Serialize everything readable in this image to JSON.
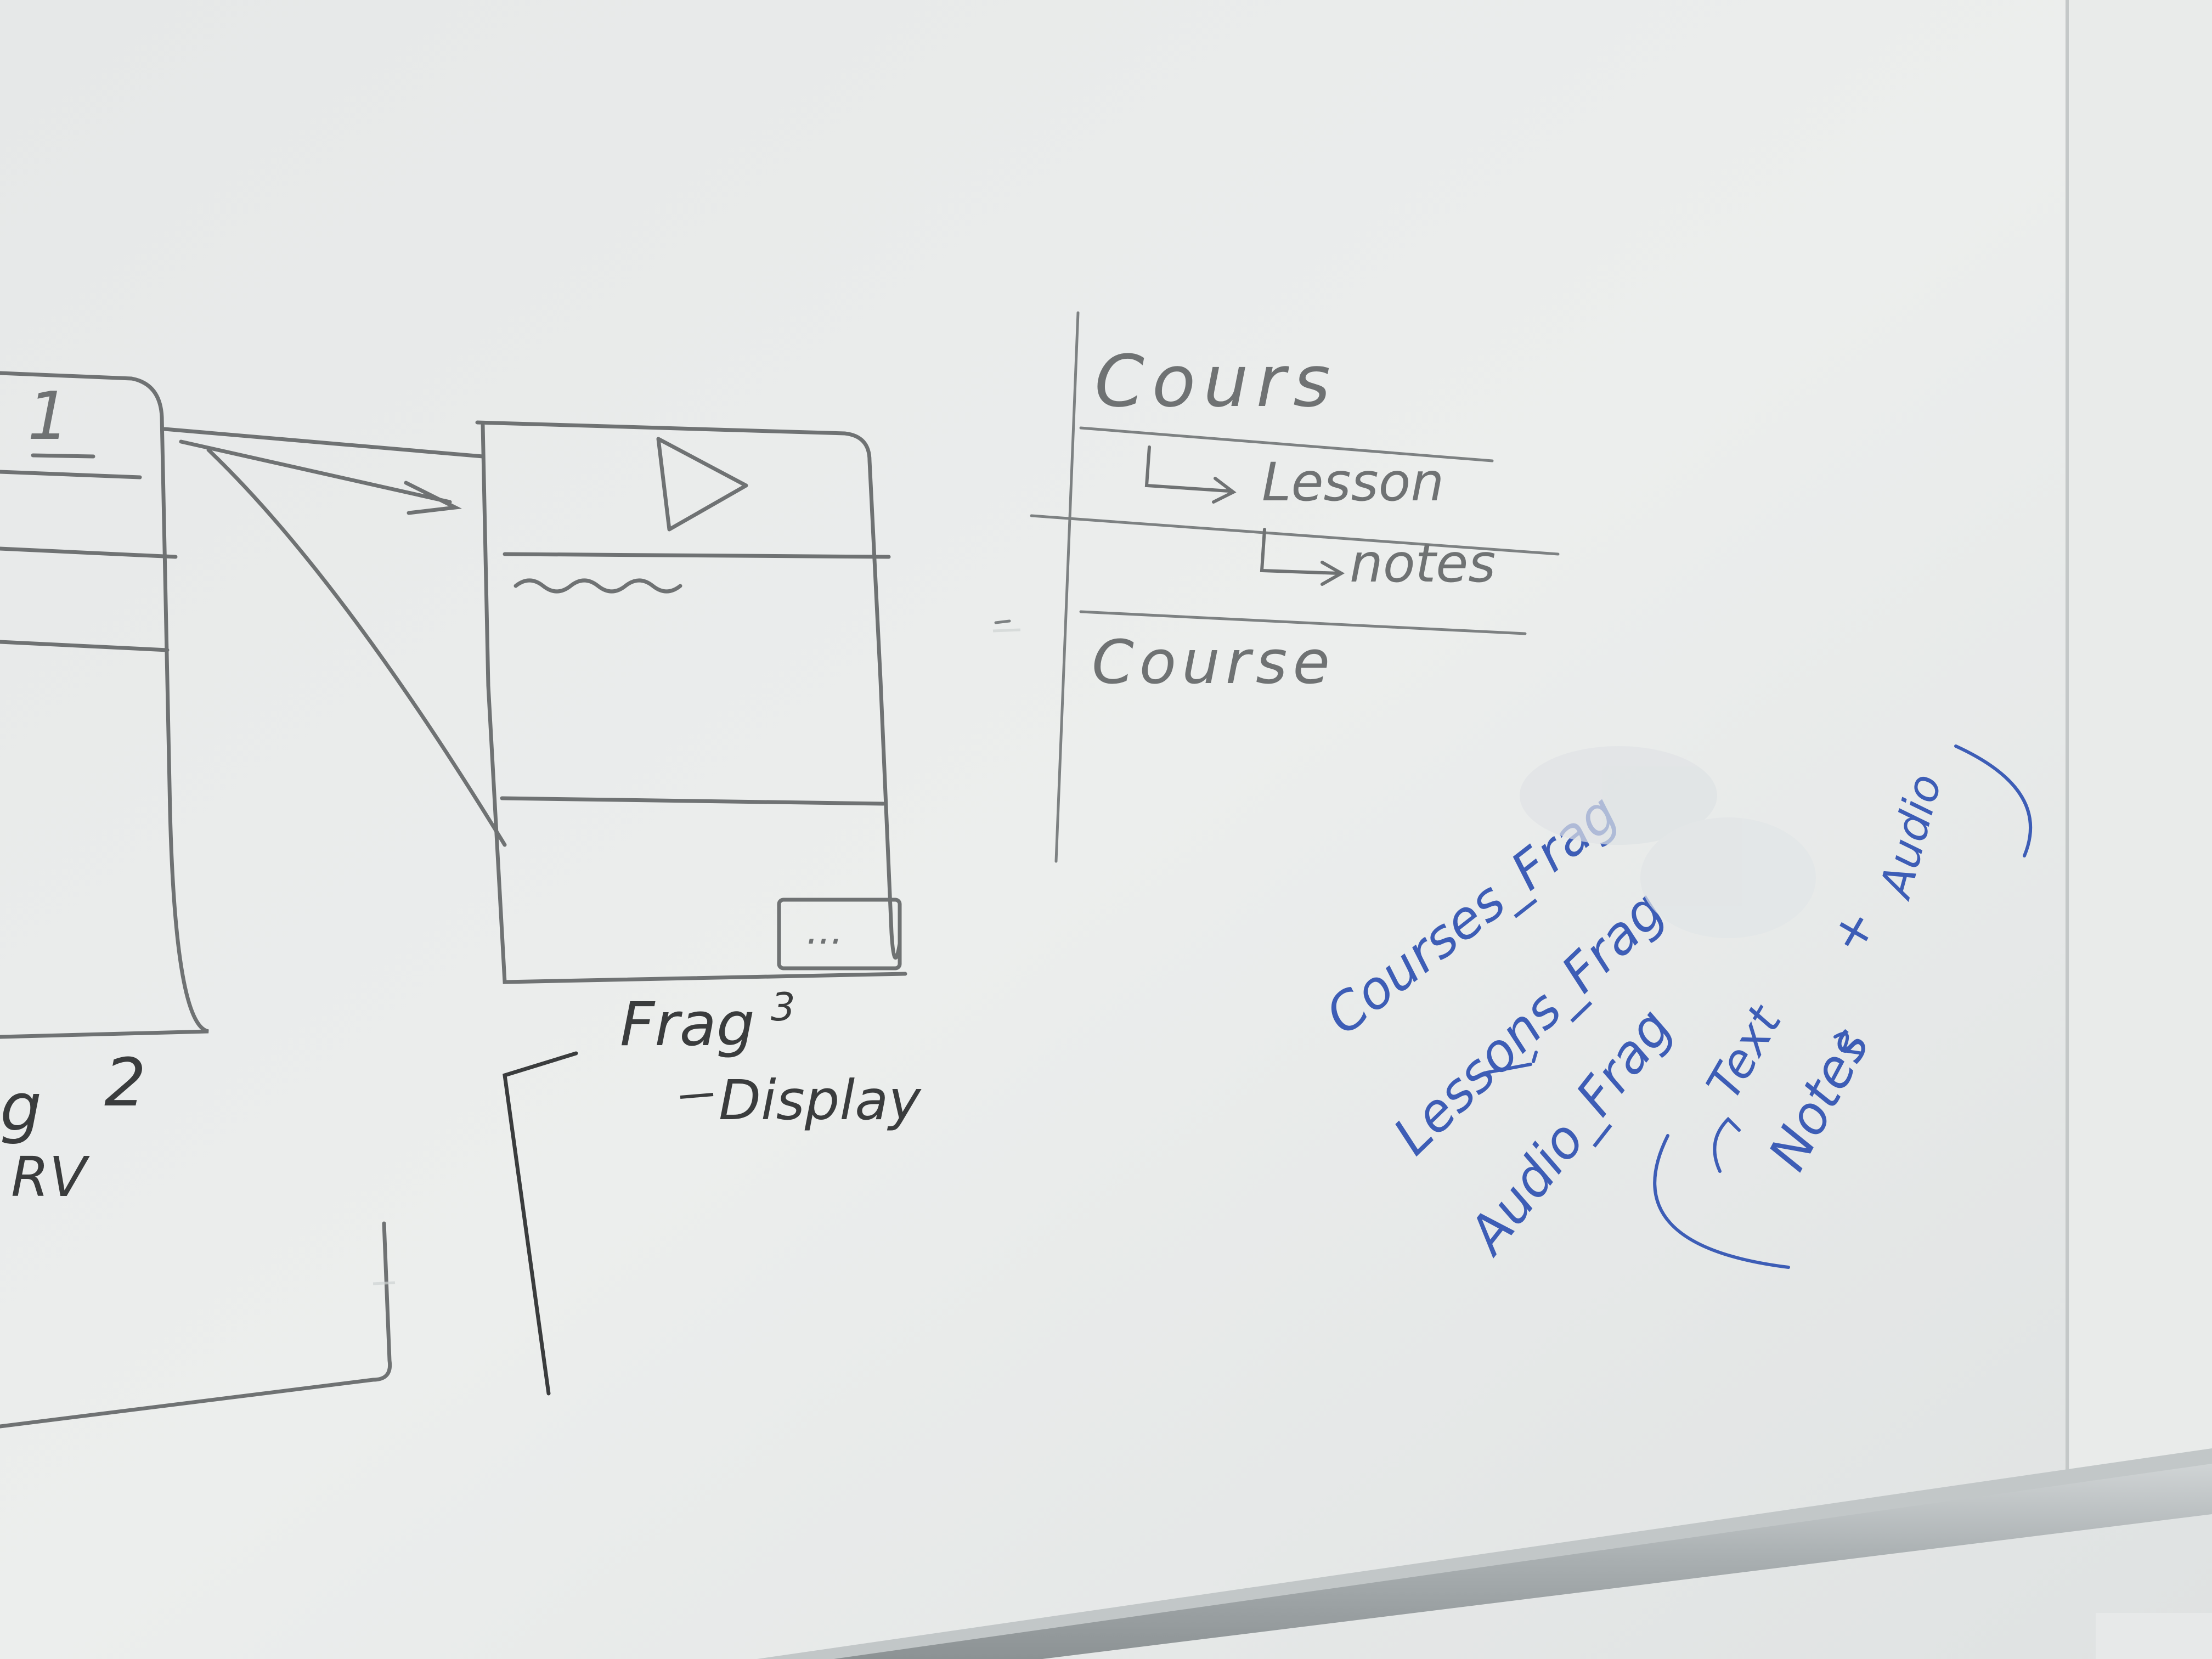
{
  "colors": {
    "board": "#e4e7e6",
    "board_shadow": "#c9cdcd",
    "frame": "#b9bfc0",
    "tray": "#aeb4b6",
    "pencil_ink": "#6f7273",
    "black_ink": "#3a3c3d",
    "blue_ink": "#3d5db6"
  },
  "left_sketch": {
    "screen_number": "1",
    "frag_label_partial": "g",
    "frag_number": "2",
    "rv_label": "RV"
  },
  "frag3_sketch": {
    "play_icon": "play-icon",
    "more_button_label": "...",
    "label": "Frag",
    "label_number": "3",
    "sub_label": "Display"
  },
  "hierarchy_table": {
    "row1": "Cours",
    "row2": "Lesson",
    "row3": "notes",
    "row4": "Course"
  },
  "blue_notes": {
    "line1": "Courses_Frag",
    "line2": "Lessons_Frag",
    "line3": "Audio_Frag",
    "text_word": "Text",
    "notes_word": "Notes",
    "audio_word": "Audio",
    "plus_sign": "+"
  }
}
